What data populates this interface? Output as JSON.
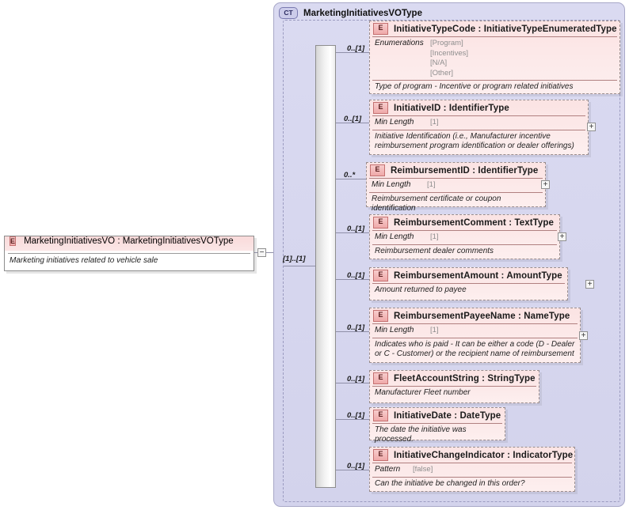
{
  "diagram": {
    "type": "xsd-schema-diagram",
    "colors": {
      "element_fill": "#fbe3e3",
      "element_border": "#9a8e8e",
      "container_fill": "#d9d9f0",
      "container_border": "#a8a8c8",
      "badge_e_fill": "#f4b9b9",
      "badge_ct_fill": "#ccccea"
    }
  },
  "root_element": {
    "badge": "E",
    "badge_icon": "element-badge-icon",
    "title": "MarketingInitiativesVO : MarketingInitiativesVOType",
    "documentation": "Marketing initiatives related to vehicle sale",
    "toggle": "−",
    "toggle_icon": "collapse-icon"
  },
  "complex_type": {
    "badge": "CT",
    "badge_icon": "complextype-badge-icon",
    "title": "MarketingInitiativesVOType",
    "compositor": "sequence",
    "compositor_icon": "sequence-icon",
    "compositor_cardinality": "[1]..[1]"
  },
  "children": [
    {
      "badge": "E",
      "title": "InitiativeTypeCode : InitiativeTypeEnumeratedType",
      "cardinality": "0..[1]",
      "facet_name": "Enumerations",
      "facet_value": "[Program]\n[Incentives]\n[N/A]\n[Other]",
      "documentation": "Type of program - Incentive or program related initiatives",
      "toggle": "",
      "has_toggle": false
    },
    {
      "badge": "E",
      "title": "InitiativeID : IdentifierType",
      "cardinality": "0..[1]",
      "facet_name": "Min Length",
      "facet_value": "[1]",
      "documentation": "Initiative Identification (i.e., Manufacturer incentive reimbursement program identification or dealer offerings)",
      "toggle": "+",
      "has_toggle": true
    },
    {
      "badge": "E",
      "title": "ReimbursementID : IdentifierType",
      "cardinality": "0..*",
      "facet_name": "Min Length",
      "facet_value": "[1]",
      "documentation": "Reimbursement certificate or coupon identification",
      "toggle": "+",
      "has_toggle": true
    },
    {
      "badge": "E",
      "title": "ReimbursementComment : TextType",
      "cardinality": "0..[1]",
      "facet_name": "Min Length",
      "facet_value": "[1]",
      "documentation": "Reimbursement dealer comments",
      "toggle": "+",
      "has_toggle": true
    },
    {
      "badge": "E",
      "title": "ReimbursementAmount : AmountType",
      "cardinality": "0..[1]",
      "facet_name": "",
      "facet_value": "",
      "documentation": "Amount returned to payee",
      "toggle": "+",
      "has_toggle": true
    },
    {
      "badge": "E",
      "title": "ReimbursementPayeeName : NameType",
      "cardinality": "0..[1]",
      "facet_name": "Min Length",
      "facet_value": "[1]",
      "documentation": "Indicates who is paid - It can be either a code (D - Dealer or C - Customer) or the recipient name of reimbursement",
      "toggle": "+",
      "has_toggle": true
    },
    {
      "badge": "E",
      "title": "FleetAccountString : StringType",
      "cardinality": "0..[1]",
      "facet_name": "",
      "facet_value": "",
      "documentation": "Manufacturer Fleet number",
      "toggle": "",
      "has_toggle": false
    },
    {
      "badge": "E",
      "title": "InitiativeDate : DateType",
      "cardinality": "0..[1]",
      "facet_name": "",
      "facet_value": "",
      "documentation": "The date the initiative was processed.",
      "toggle": "",
      "has_toggle": false
    },
    {
      "badge": "E",
      "title": "InitiativeChangeIndicator : IndicatorType",
      "cardinality": "0..[1]",
      "facet_name": "Pattern",
      "facet_value": "[false]",
      "documentation": "Can the initiative be changed in this order?",
      "toggle": "",
      "has_toggle": false
    }
  ]
}
